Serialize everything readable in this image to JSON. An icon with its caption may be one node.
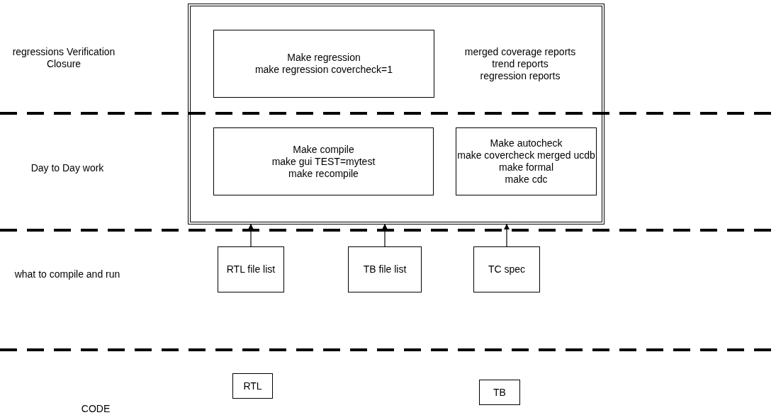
{
  "diagram": {
    "nodes": [
      {
        "text": [
          "merged coverage reports",
          "trend reports",
          "regression reports"
        ]
      },
      {
        "text": [
          "Make regression",
          "make regression covercheck=1"
        ],
        "in": 0
      },
      {
        "text": [
          "Make compile",
          "make gui TEST=mytest",
          "make recompile"
        ],
        "in": 0
      },
      {
        "text": [
          "Make autocheck",
          "make covercheck merged ucdb",
          "make formal",
          "make cdc"
        ],
        "in": 0
      },
      {
        "text": [
          "RTL file list"
        ]
      },
      {
        "text": [
          "TB file list"
        ]
      },
      {
        "text": [
          "TC spec"
        ]
      },
      {
        "text": [
          "RTL"
        ]
      },
      {
        "text": [
          "TB"
        ]
      }
    ],
    "edges": [
      {
        "from": 4,
        "to": 0,
        "arrow": "to"
      },
      {
        "from": 5,
        "to": 0,
        "arrow": "to"
      },
      {
        "from": 6,
        "to": 0,
        "arrow": "to"
      }
    ],
    "labels": [
      "regressions Verification Closure",
      "Day to Day work",
      "what to compile and run",
      "CODE"
    ]
  }
}
